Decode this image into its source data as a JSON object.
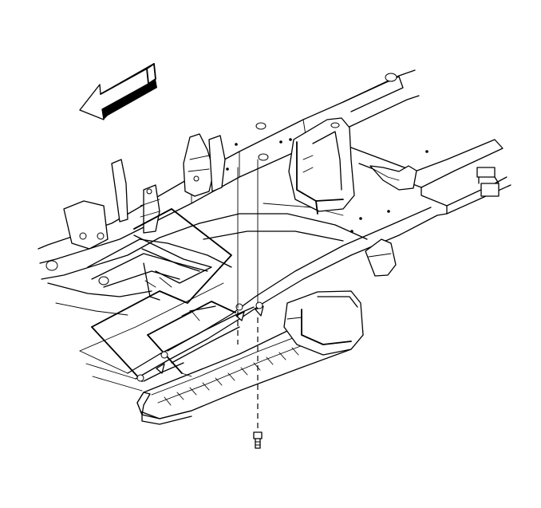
{
  "diagram": {
    "labels": [],
    "parts": {
      "direction_arrow": "front-direction-arrow",
      "frame": "vehicle-frame",
      "fuel_tank": "fuel-tank",
      "running_board": "assist-step",
      "bracket_front": "assist-step-front-bracket",
      "bracket_rear": "assist-step-rear-bracket",
      "fastener": "bolt"
    },
    "colors": {
      "line": "#000000",
      "background": "#ffffff"
    }
  }
}
